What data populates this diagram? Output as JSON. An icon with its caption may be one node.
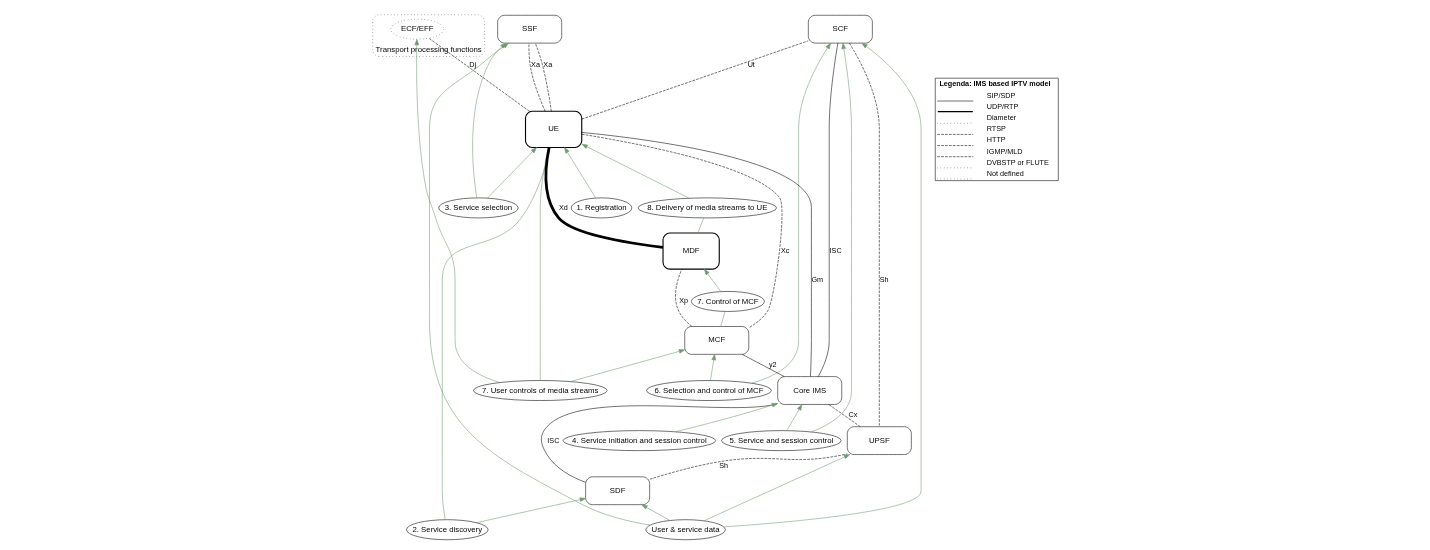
{
  "diagram": {
    "nodes": [
      {
        "text": [
          "SSF"
        ]
      },
      {
        "text": [
          "User & service data"
        ]
      },
      {
        "text": [
          "3. Service selection"
        ]
      },
      {
        "text": [
          "SDF"
        ]
      },
      {
        "text": [
          "SCF"
        ]
      },
      {
        "text": [
          "6. Selection and control of MCF"
        ]
      },
      {
        "text": [
          "2. Service discovery"
        ]
      },
      {
        "text": [
          "5. Service and session control"
        ]
      },
      {
        "text": [
          "UPSF"
        ]
      },
      {
        "text": [
          "Core IMS"
        ]
      },
      {
        "text": [
          "MCF"
        ]
      },
      {
        "text": [
          "4. Service initiation and session control"
        ]
      },
      {
        "text": [
          "1. Registration"
        ]
      },
      {
        "text": [
          "7. User controls of media streams"
        ]
      },
      {
        "text": [
          "7. Control of MCF"
        ]
      },
      {
        "text": [
          "UE"
        ]
      },
      {
        "text": [
          "Transport processing functions"
        ]
      },
      {
        "text": [
          "ECF/EFF"
        ],
        "in": 16
      },
      {
        "text": [
          "MDF"
        ]
      },
      {
        "text": [
          "8. Delivery of media streams to UE"
        ]
      }
    ],
    "edges": [
      {
        "from": 15,
        "to": 4,
        "arrow": "none",
        "label": "Ut",
        "style": "dashed",
        "color": "#000000"
      },
      {
        "from": 15,
        "to": 0,
        "arrow": "none",
        "label": "Xa",
        "style": "dashed",
        "color": "#000000"
      },
      {
        "from": 15,
        "to": 0,
        "arrow": "none",
        "label": "Xa",
        "style": "dashed",
        "color": "#000000"
      },
      {
        "from": 3,
        "to": 8,
        "arrow": "none",
        "label": "Sh",
        "style": "dashed",
        "color": "#000000"
      },
      {
        "from": 4,
        "to": 8,
        "arrow": "none",
        "label": "Sh",
        "style": "dashed",
        "color": "#000000"
      },
      {
        "from": 3,
        "to": 9,
        "arrow": "none",
        "label": "ISC",
        "color": "#000000"
      },
      {
        "from": 4,
        "to": 9,
        "arrow": "none",
        "label": "ISC",
        "color": "#000000"
      },
      {
        "from": 8,
        "to": 9,
        "arrow": "none",
        "label": "Cx",
        "style": "dashed",
        "color": "#000000"
      },
      {
        "from": 9,
        "to": 10,
        "arrow": "none",
        "label": "y2",
        "color": "#000000"
      },
      {
        "from": 15,
        "to": 9,
        "arrow": "none",
        "label": "Gm",
        "color": "#000000"
      },
      {
        "from": 15,
        "to": 10,
        "arrow": "none",
        "label": "Xc",
        "style": "dashed",
        "color": "#000000"
      },
      {
        "from": 15,
        "to": 17,
        "arrow": "none",
        "label": "Dj",
        "style": "dashed",
        "color": "#000000"
      },
      {
        "from": 15,
        "to": 18,
        "arrow": "none",
        "label": "Xd",
        "style": "thick",
        "color": "#000000"
      },
      {
        "from": 10,
        "to": 18,
        "arrow": "none",
        "label": "Xp",
        "style": "dashed",
        "color": "#000000"
      },
      {
        "from": 1,
        "to": 0,
        "arrow": "to"
      },
      {
        "from": 1,
        "to": 3,
        "arrow": "to"
      },
      {
        "from": 1,
        "to": 4,
        "arrow": "to"
      },
      {
        "from": 1,
        "to": 8,
        "arrow": "to"
      },
      {
        "from": 2,
        "to": 0,
        "arrow": "to"
      },
      {
        "from": 2,
        "to": 15,
        "arrow": "to"
      },
      {
        "from": 6,
        "to": 3,
        "arrow": "to"
      },
      {
        "from": 6,
        "to": 15,
        "arrow": "none"
      },
      {
        "from": 12,
        "to": 15,
        "arrow": "to"
      },
      {
        "from": 11,
        "to": 9,
        "arrow": "to"
      },
      {
        "from": 7,
        "to": 4,
        "arrow": "to"
      },
      {
        "from": 7,
        "to": 9,
        "arrow": "to"
      },
      {
        "from": 5,
        "to": 4,
        "arrow": "to"
      },
      {
        "from": 5,
        "to": 10,
        "arrow": "to"
      },
      {
        "from": 13,
        "to": 15,
        "arrow": "none"
      },
      {
        "from": 13,
        "to": 10,
        "arrow": "to"
      },
      {
        "from": 13,
        "to": 17,
        "arrow": "to"
      },
      {
        "from": 10,
        "to": 14,
        "arrow": "none"
      },
      {
        "from": 14,
        "to": 18,
        "arrow": "to"
      },
      {
        "from": 18,
        "to": 19,
        "arrow": "none"
      },
      {
        "from": 19,
        "to": 15,
        "arrow": "to"
      }
    ],
    "labels": [
      "Legenda: IMS based IPTV model"
    ],
    "legend": [
      {
        "text": "SIP/SDP"
      },
      {
        "text": "UDP/RTP"
      },
      {
        "text": "Diameter"
      },
      {
        "text": "RTSP"
      },
      {
        "text": "HTTP"
      },
      {
        "text": "IGMP/MLD"
      },
      {
        "text": "DVBSTP or FLUTE"
      },
      {
        "text": "Not defined"
      }
    ]
  }
}
